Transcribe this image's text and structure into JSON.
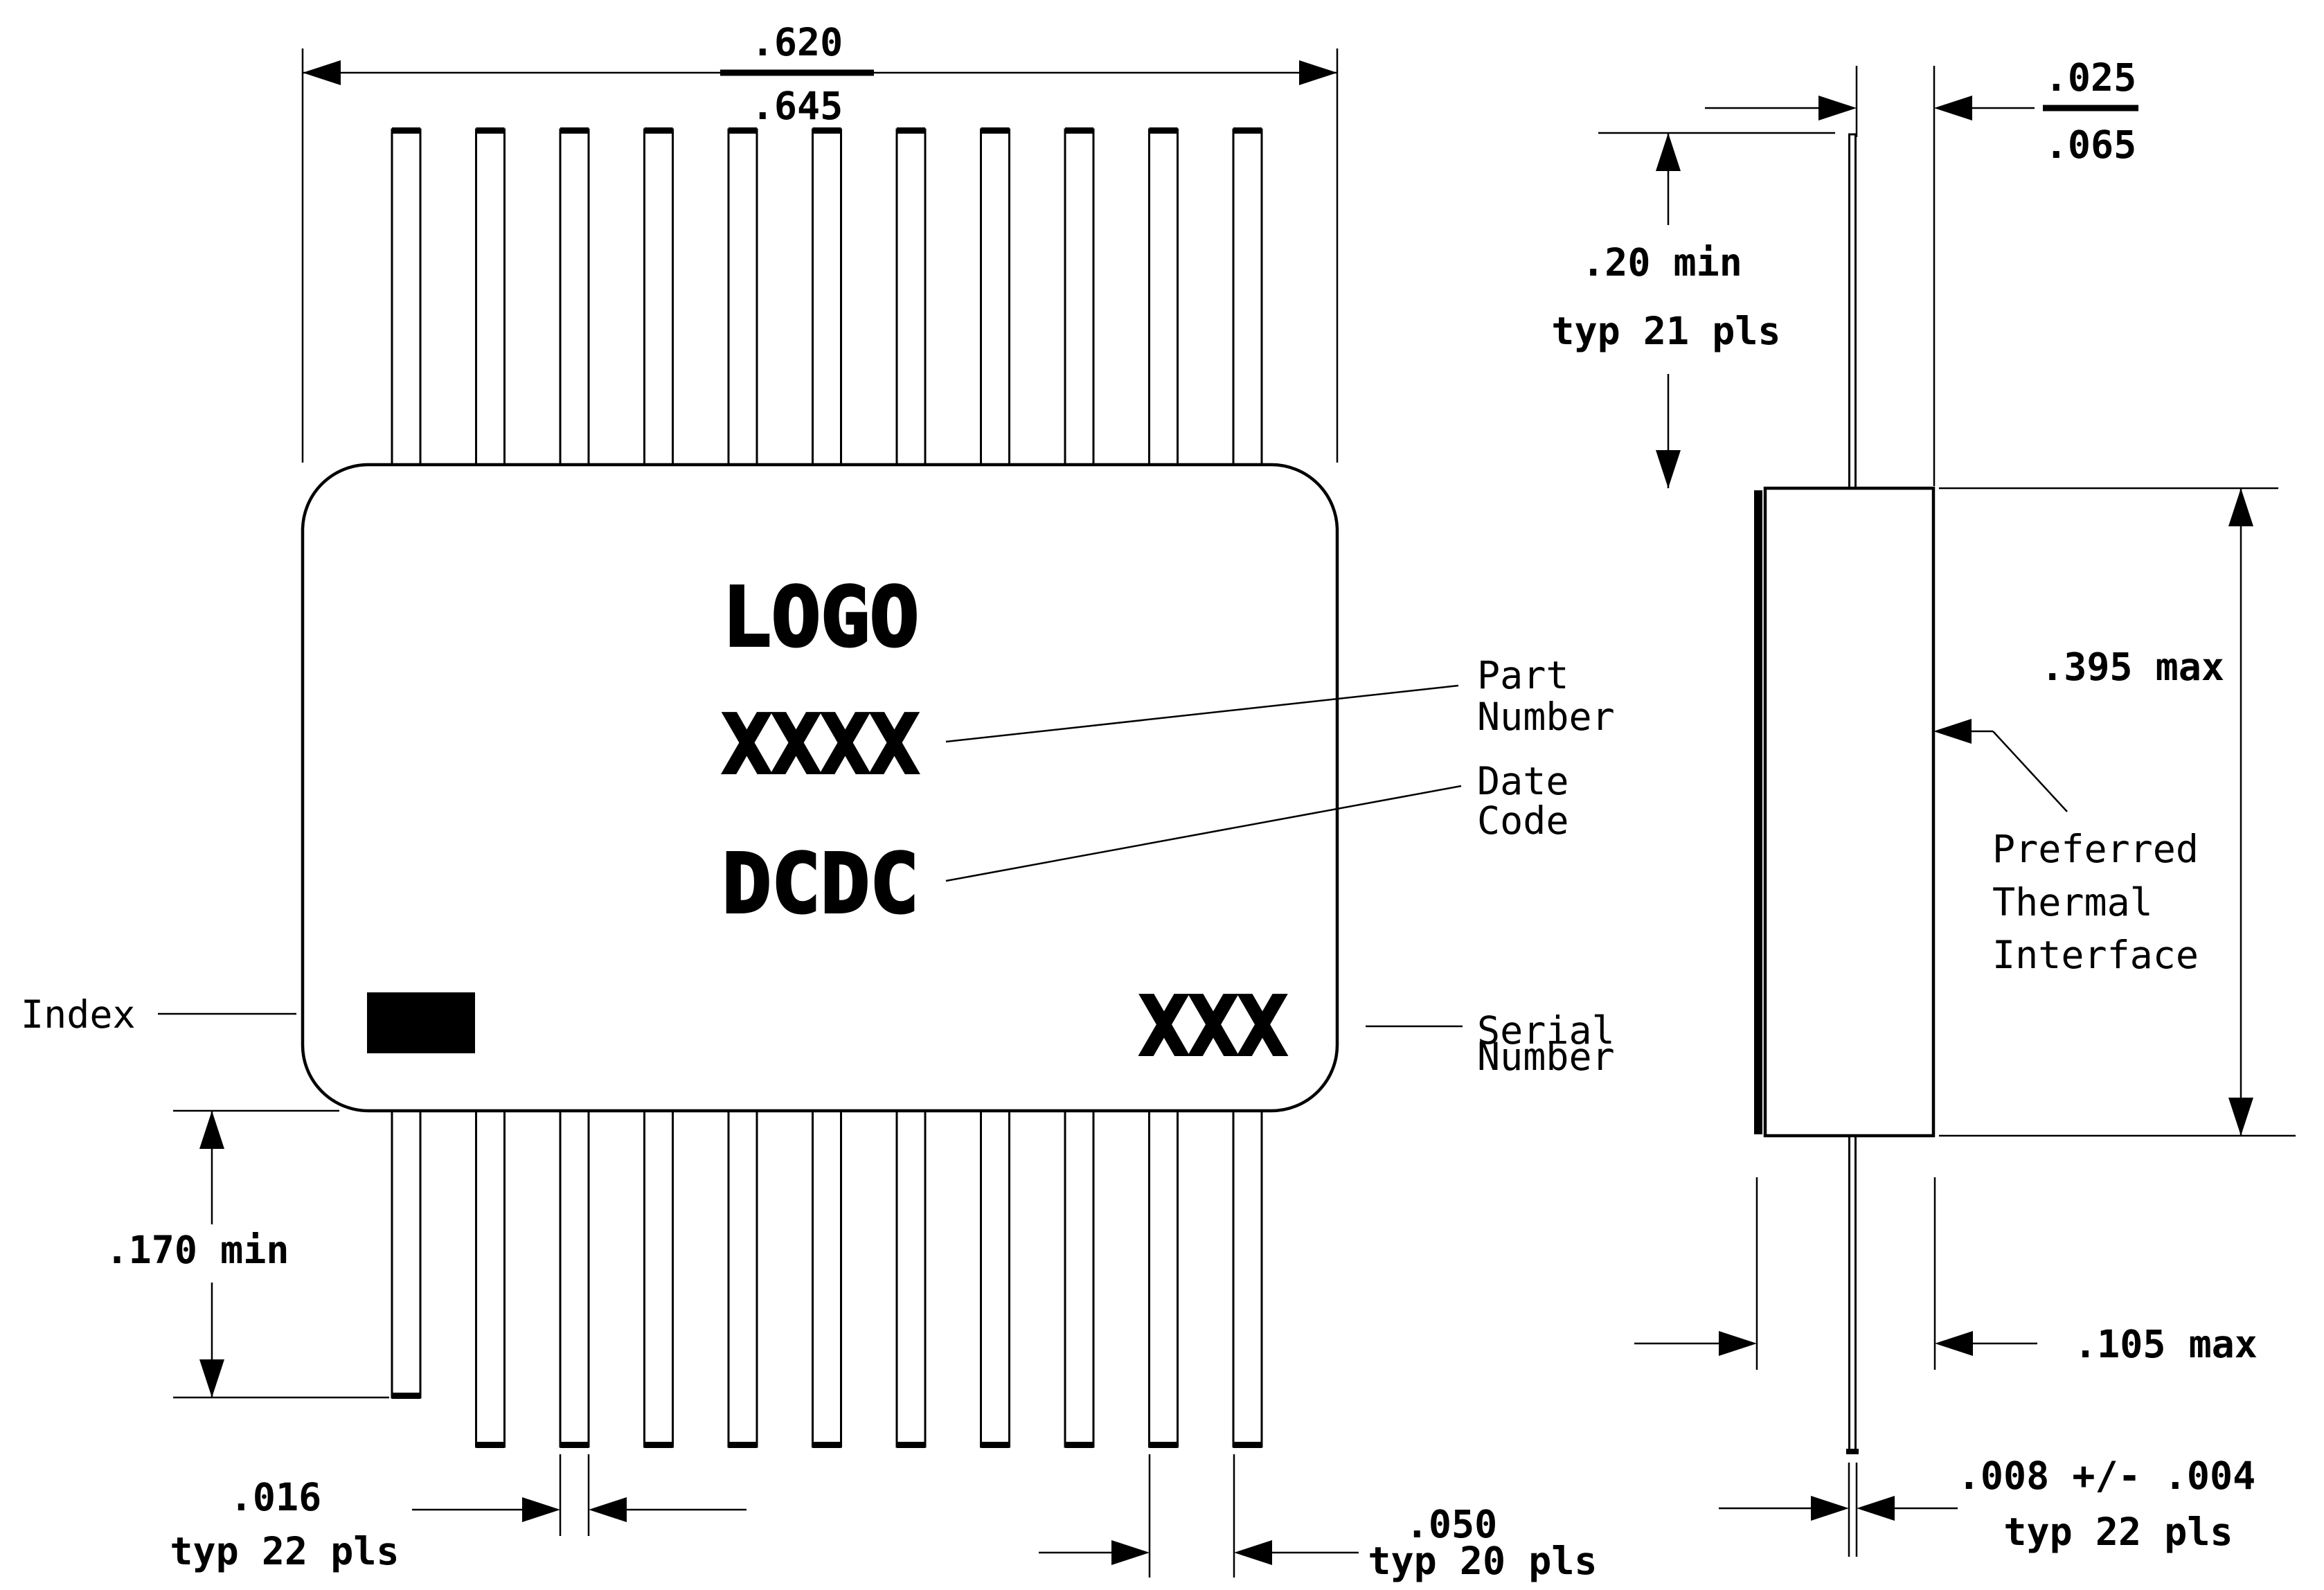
{
  "drawing": {
    "background": "#ffffff",
    "line_color": "#000000",
    "top_view": {
      "markings": {
        "logo": "LOGO",
        "part_number_marking": "XXXX",
        "date_code_marking": "DCDC",
        "serial_number_marking": "XXX"
      },
      "dim_body_width": {
        "upper": ".620",
        "lower": ".645"
      },
      "dim_index_lead_length": ".170 min",
      "dim_lead_width": {
        "line1": ".016",
        "line2": "typ 22 pls"
      },
      "dim_lead_pitch": {
        "line1": ".050",
        "line2": "typ 20 pls"
      }
    },
    "side_view": {
      "dim_lead_offset": {
        "upper": ".025",
        "lower": ".065"
      },
      "dim_lead_length": {
        "line1": ".20 min",
        "line2": "typ 21 pls"
      },
      "dim_body_height": ".395 max",
      "dim_body_thickness": ".105 max",
      "dim_lead_thickness": {
        "line1": ".008 +/- .004",
        "line2": "typ 22 pls"
      }
    },
    "labels": {
      "index": "Index",
      "part_number": {
        "line1": "Part",
        "line2": "Number"
      },
      "date_code": {
        "line1": "Date",
        "line2": "Code"
      },
      "serial_number": {
        "line1": "Serial",
        "line2": "Number"
      },
      "thermal_interface": {
        "line1": "Preferred",
        "line2": "Thermal",
        "line3": "Interface"
      }
    }
  }
}
